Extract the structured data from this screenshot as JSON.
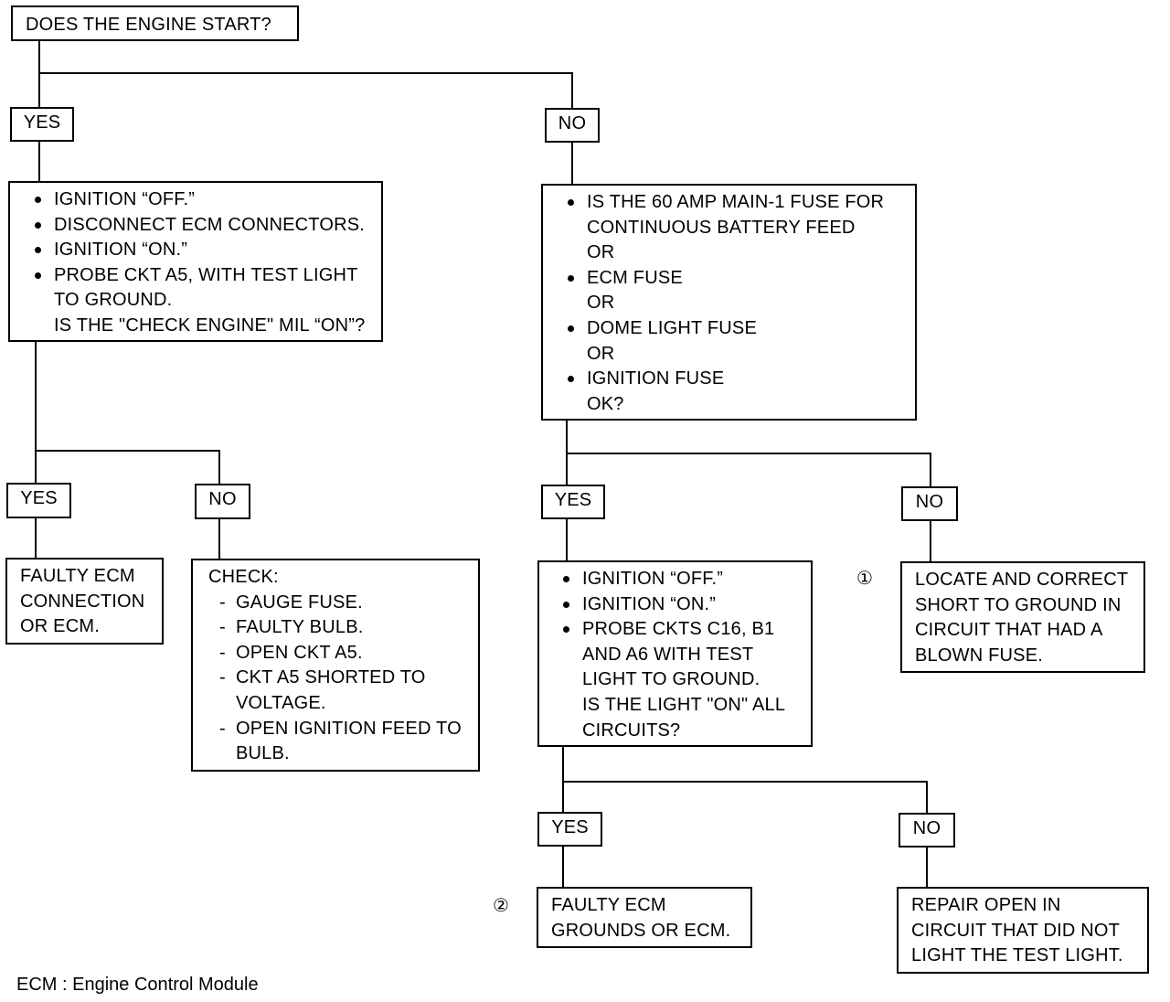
{
  "start": {
    "text": "DOES THE ENGINE START?"
  },
  "labels": {
    "yes": "YES",
    "no": "NO"
  },
  "yes_branch": {
    "question": [
      "IGNITION “OFF.”",
      "DISCONNECT ECM CONNECTORS.",
      "IGNITION “ON.”",
      "PROBE CKT A5, WITH TEST LIGHT",
      "TO GROUND.",
      "IS THE \"CHECK ENGINE\" MIL “ON”?"
    ],
    "yes_result": [
      "FAULTY ECM",
      "CONNECTION",
      "OR ECM."
    ],
    "no_result": {
      "heading": "CHECK:",
      "items": [
        "GAUGE FUSE.",
        "FAULTY BULB.",
        "OPEN CKT A5.",
        "CKT A5 SHORTED TO",
        "VOLTAGE.",
        "OPEN IGNITION FEED TO",
        "BULB."
      ]
    }
  },
  "no_branch": {
    "question": [
      "IS THE 60 AMP MAIN-1 FUSE FOR",
      "CONTINUOUS BATTERY FEED",
      "OR",
      "ECM FUSE",
      "OR",
      "DOME LIGHT FUSE",
      "OR",
      "IGNITION FUSE",
      "OK?"
    ],
    "yes_step": [
      "IGNITION “OFF.”",
      "IGNITION “ON.”",
      "PROBE CKTS C16, B1",
      "AND A6 WITH TEST",
      "LIGHT TO GROUND.",
      "IS THE LIGHT \"ON\" ALL",
      "CIRCUITS?"
    ],
    "no_result": [
      "LOCATE AND CORRECT",
      "SHORT TO GROUND IN",
      "CIRCUIT THAT HAD A",
      "BLOWN FUSE."
    ],
    "no_marker": "①",
    "final_yes": [
      "FAULTY ECM",
      "GROUNDS OR ECM."
    ],
    "final_yes_marker": "②",
    "final_no": [
      "REPAIR OPEN IN",
      "CIRCUIT THAT DID NOT",
      "LIGHT THE TEST LIGHT."
    ]
  },
  "footnote": "ECM : Engine Control Module"
}
